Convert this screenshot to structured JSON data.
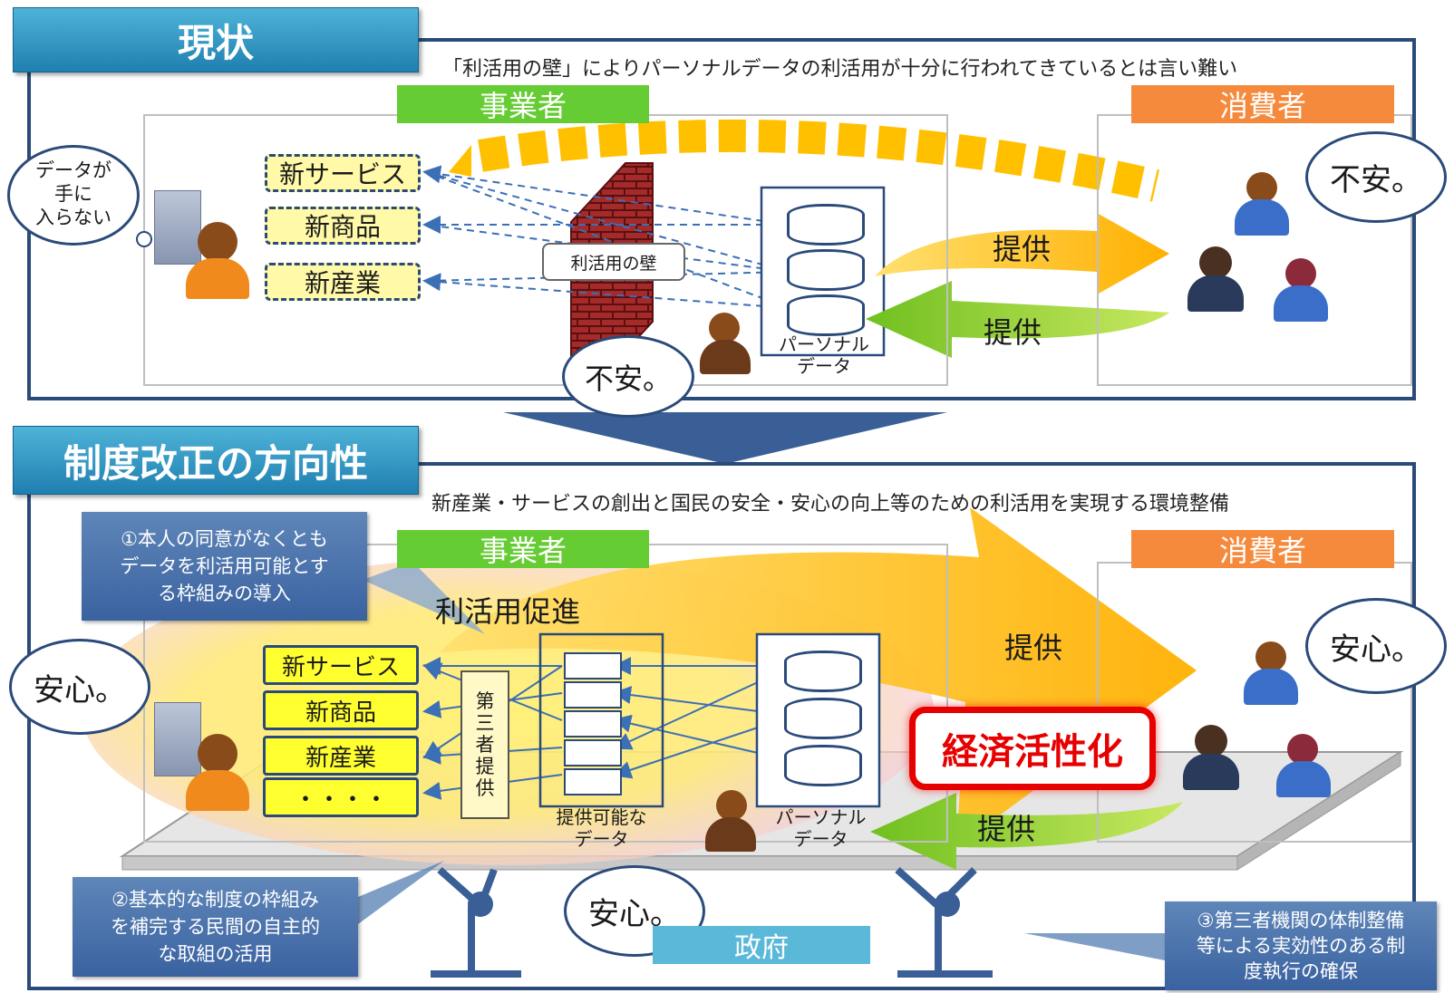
{
  "current": {
    "title": "現状",
    "caption": "「利活用の壁」によりパーソナルデータの利活用が十分に行われてきているとは言い難い",
    "business_label": "事業者",
    "consumer_label": "消費者",
    "business_thought": [
      "データが",
      "手に",
      "入らない"
    ],
    "services": [
      "新サービス",
      "新商品",
      "新産業"
    ],
    "wall_label": "利活用の壁",
    "personal_data_label": [
      "パーソナル",
      "データ"
    ],
    "provide_to_consumer": "提供",
    "provide_from_consumer": "提供",
    "anxiety_consumer": "不安。",
    "anxiety_middle": "不安。"
  },
  "reform": {
    "title": "制度改正の方向性",
    "caption": "新産業・サービスの創出と国民の安全・安心の向上等のための利活用を実現する環境整備",
    "business_label": "事業者",
    "consumer_label": "消費者",
    "callout_1": [
      "①本人の同意がなくとも",
      "データを利活用可能とす",
      "る枠組みの導入"
    ],
    "promotion_label": "利活用促進",
    "services": [
      "新サービス",
      "新商品",
      "新産業",
      "・・・・"
    ],
    "third_party_label": [
      "第",
      "三",
      "者",
      "提",
      "供"
    ],
    "providable_data_label": [
      "提供可能な",
      "データ"
    ],
    "personal_data_label": [
      "パーソナル",
      "データ"
    ],
    "provide_top": "提供",
    "provide_bottom": "提供",
    "economy_label": "経済活性化",
    "relief_business": "安心。",
    "relief_consumer": "安心。",
    "relief_middle": "安心。",
    "government_label": "政府",
    "callout_2": [
      "②基本的な制度の枠組み",
      "を補完する民間の自主的",
      "な取組の活用"
    ],
    "callout_3": [
      "③第三者機関の体制整備",
      "等による実効性のある制",
      "度執行の確保"
    ]
  },
  "colors": {
    "title_blue": "#2a8fc2",
    "frame_navy": "#2a4a7a",
    "business_green": "#66cc33",
    "consumer_orange": "#f58a3c",
    "arrow_yellow": "#ffc000",
    "arrow_green": "#9bd22a",
    "economy_red": "#e60000",
    "callout_blue": "#4a72ab"
  }
}
